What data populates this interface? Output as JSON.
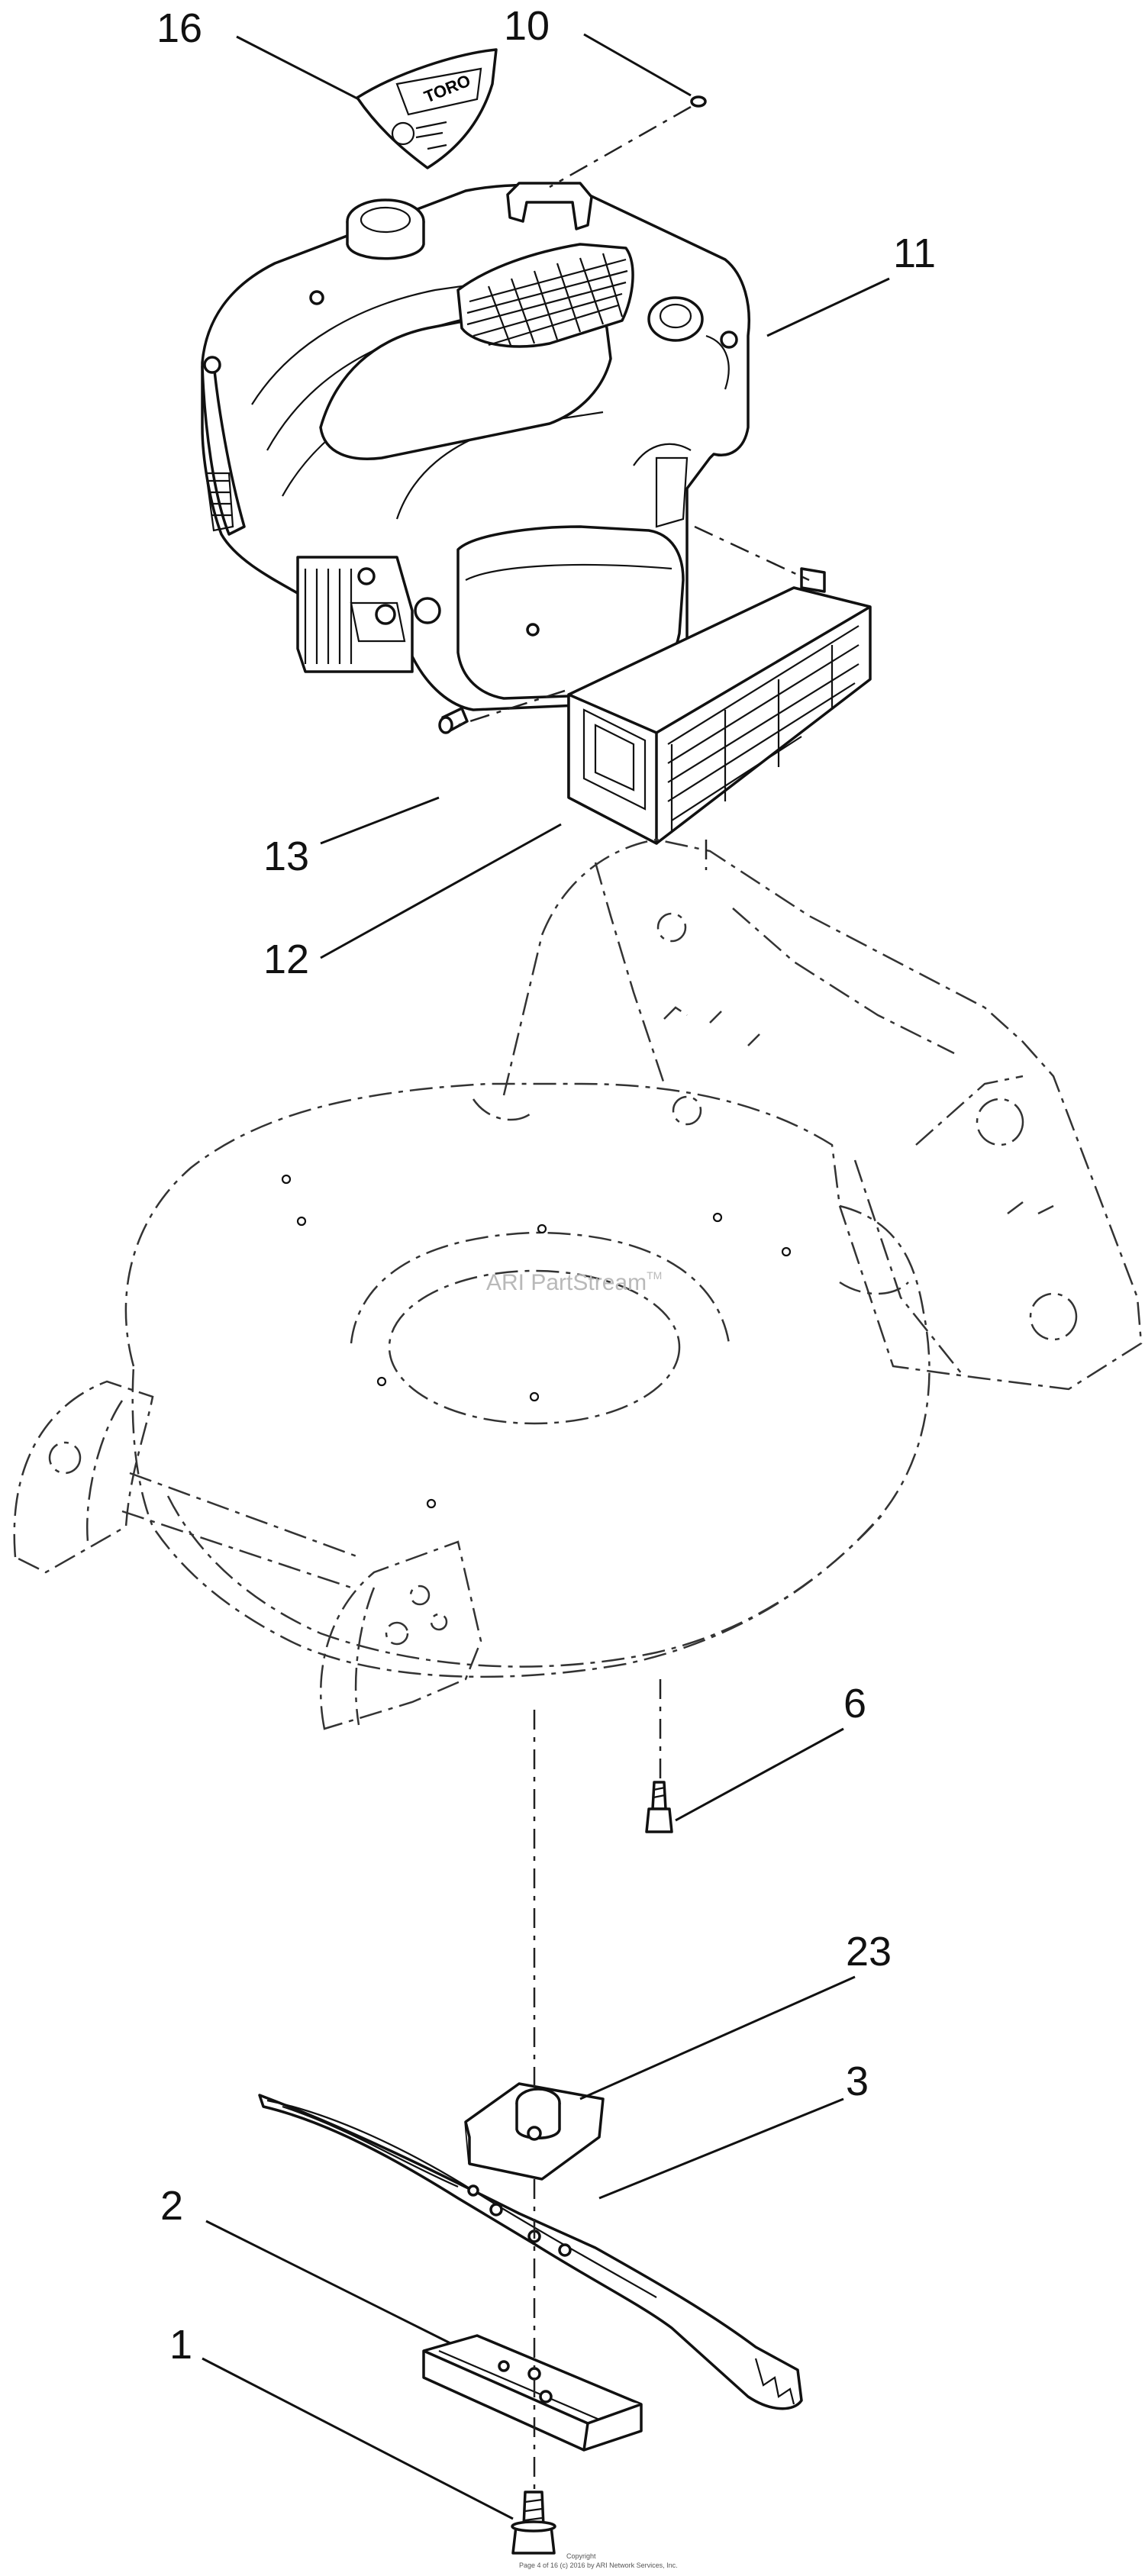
{
  "callouts": [
    {
      "id": "16",
      "label": "16"
    },
    {
      "id": "10",
      "label": "10"
    },
    {
      "id": "11",
      "label": "11"
    },
    {
      "id": "13",
      "label": "13"
    },
    {
      "id": "12",
      "label": "12"
    },
    {
      "id": "6",
      "label": "6"
    },
    {
      "id": "23",
      "label": "23"
    },
    {
      "id": "3",
      "label": "3"
    },
    {
      "id": "2",
      "label": "2"
    },
    {
      "id": "1",
      "label": "1"
    }
  ],
  "watermark": {
    "text": "ARI PartStream",
    "mark": "TM"
  },
  "decal": {
    "brand": "TORO"
  },
  "footer": {
    "line1": "Copyright",
    "line2": "Page 4 of 16 (c) 2016 by ARI Network Services, Inc."
  },
  "colors": {
    "ink": "#111111",
    "watermark": "#b9b9b9",
    "background": "#ffffff"
  }
}
